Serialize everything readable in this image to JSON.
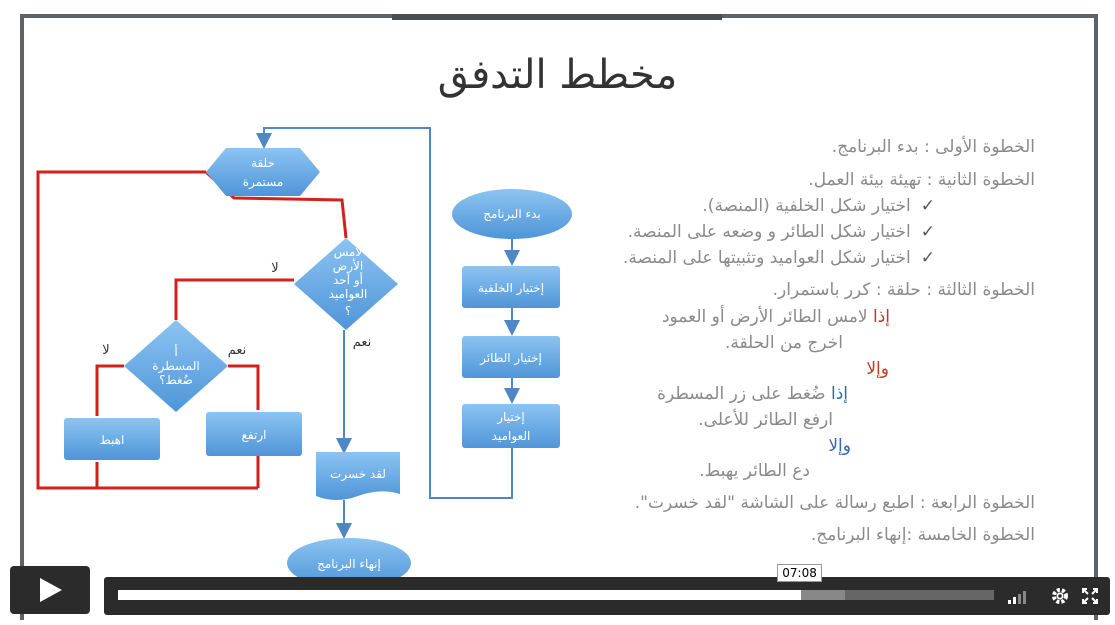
{
  "slide": {
    "title": "مخطط التدفق",
    "steps": [
      {
        "key": "s1",
        "text": "الخطوة الأولى :  بدء البرنامج."
      },
      {
        "key": "s2",
        "text": "الخطوة الثانية :  تهيئة بيئة العمل."
      },
      {
        "key": "s2a",
        "text": "اختيار شكل الخلفية (المنصة)."
      },
      {
        "key": "s2b",
        "text": "اختيار شكل الطائر و وضعه على المنصة."
      },
      {
        "key": "s2c",
        "text": "اختيار شكل العواميد وتثبيتها على المنصة."
      },
      {
        "key": "s3",
        "text": "الخطوة الثالثة :  حلقة : كرر باستمرار."
      },
      {
        "key": "s3a_kw",
        "text": "إذا"
      },
      {
        "key": "s3a",
        "text": " لامس الطائر الأرض أو العمود"
      },
      {
        "key": "s3b",
        "text": "اخرج من الحلقة."
      },
      {
        "key": "s3c",
        "text": "وإلا"
      },
      {
        "key": "s3d_kw",
        "text": "إذا"
      },
      {
        "key": "s3d",
        "text": " ضُغط على زر المسطرة"
      },
      {
        "key": "s3e",
        "text": "ارفع الطائر للأعلى."
      },
      {
        "key": "s3f",
        "text": "وإلا"
      },
      {
        "key": "s3g",
        "text": "دع الطائر يهبط."
      },
      {
        "key": "s4",
        "text": "الخطوة الرابعة : اطبع رسالة على الشاشة \"لقد خسرت\"."
      },
      {
        "key": "s5",
        "text": "الخطوة الخامسة :إنهاء البرنامج."
      }
    ],
    "check_mark": "✓",
    "flow": {
      "start": "بدء البرنامج",
      "bg": "إختيار الخلفية",
      "bird": "إختيار الطائر",
      "cols1": "إختيار",
      "cols2": "العواميد",
      "loop1": "حلقة",
      "loop2": "مستمرة",
      "cond1_1": "لامس",
      "cond1_2": "الأرض",
      "cond1_3": "أو أحد",
      "cond1_4": "العواميد",
      "cond1_5": "؟",
      "cond2_1": "أ",
      "cond2_2": "المسطرة",
      "cond2_3": "ضُغط؟",
      "down": "اهبط",
      "up": "ارتفع",
      "lost": "لقد خسرت",
      "end": "إنهاء البرنامج",
      "no": "لا",
      "yes": "نعم"
    }
  },
  "player": {
    "time_tooltip": "07:08",
    "progress_fraction": 0.78,
    "buffer_fraction": 0.83
  },
  "colors": {
    "shape_blue": "#6aaee8",
    "loop_red": "#d0211c",
    "connector_blue": "#4f86c6",
    "player_bg": "#2b2b2b"
  }
}
